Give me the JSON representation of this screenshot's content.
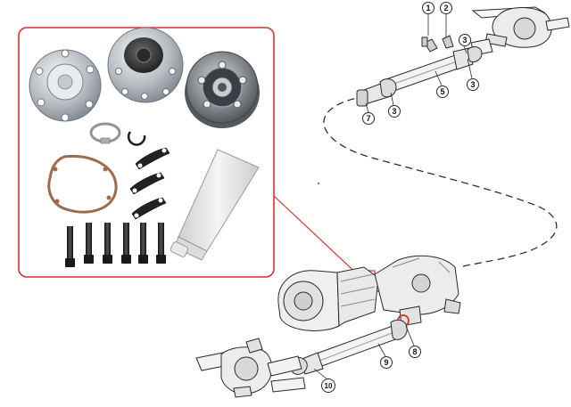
{
  "diagram": {
    "callouts": [
      {
        "id": "c1",
        "label": "1"
      },
      {
        "id": "c2",
        "label": "2"
      },
      {
        "id": "c3a",
        "label": "3"
      },
      {
        "id": "c3b",
        "label": "3"
      },
      {
        "id": "c3c",
        "label": "3"
      },
      {
        "id": "c5",
        "label": "5"
      },
      {
        "id": "c7",
        "label": "7"
      },
      {
        "id": "c8",
        "label": "8"
      },
      {
        "id": "c9",
        "label": "9"
      },
      {
        "id": "c10",
        "label": "10"
      }
    ],
    "colors": {
      "inset_border": "#d9312b",
      "leader_line": "#d9312b",
      "ink": "#2a2a2a",
      "metal": "#b9bec4",
      "gasket": "#9b6b4e",
      "tube": "#e6e6e6"
    },
    "inset": {
      "parts": [
        "flange-plate",
        "boot-cap",
        "cv-joint",
        "hose-clamp",
        "snap-ring",
        "gasket",
        "lock-plates",
        "bolts",
        "grease-tube"
      ]
    }
  }
}
